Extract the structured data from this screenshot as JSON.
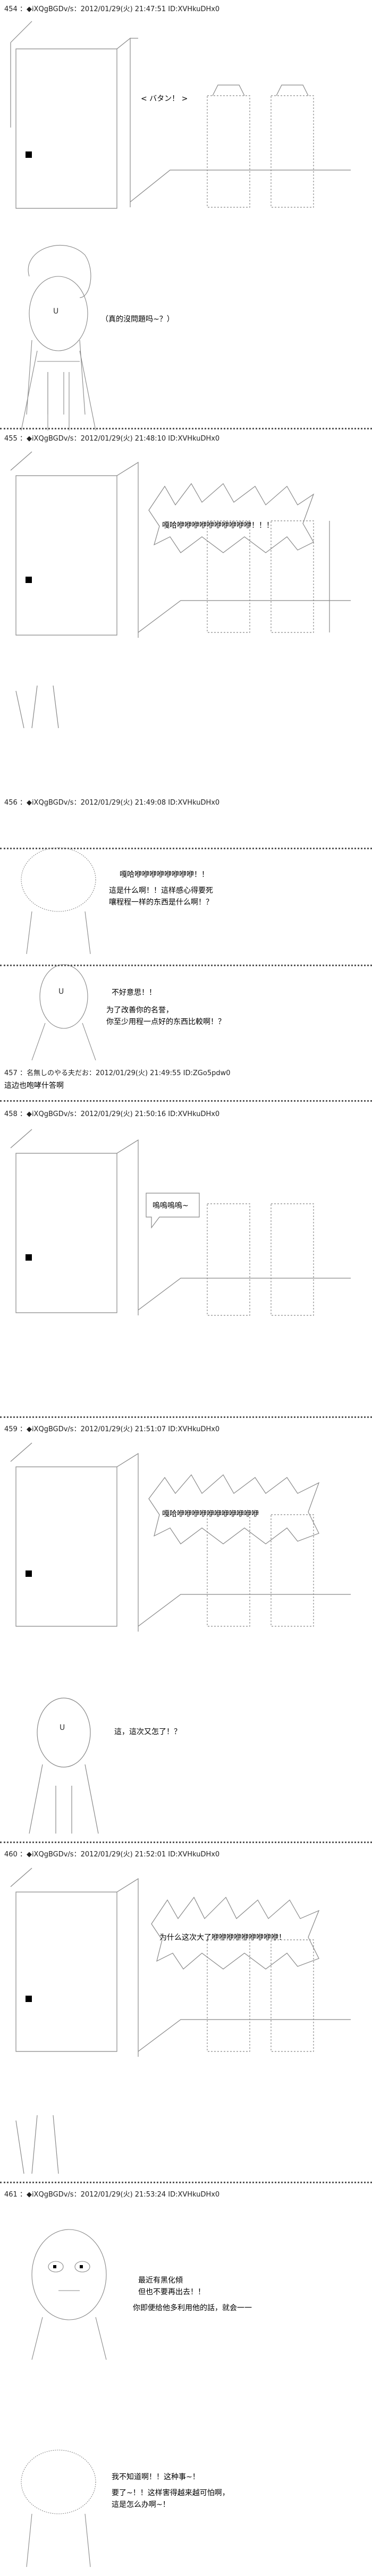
{
  "posts": [
    {
      "header": "454 ：◆iXQgBGDv/s：2012/01/29(火) 21:47:51 ID:XVHkuDHx0",
      "lines": [
        "（真的沒問題吗~？）"
      ],
      "bubble": "< バタン！ >"
    },
    {
      "header": "455 ：◆iXQgBGDv/s：2012/01/29(火) 21:48:10 ID:XVHkuDHx0",
      "shout": "嘎哈咿咿咿咿咿咿咿咿咿咿！！！"
    },
    {
      "header": "456 ：◆iXQgBGDv/s：2012/01/29(火) 21:49:08 ID:XVHkuDHx0",
      "lines": [
        "嘎哈咿咿咿咿咿咿咿咿！！",
        "這是什么啊！！這样感心得要死",
        "嚷程程一样的东西是什么啊！？",
        "不好意思！！",
        "为了改善你的名誉，",
        "你至少用程一点好的东西比較啊！？"
      ]
    },
    {
      "header": "457 ：名無しのやる夫だお：2012/01/29(火) 21:49:55 ID:ZGo5pdw0",
      "note": "這边也咆哮什答啊"
    },
    {
      "header": "458 ：◆iXQgBGDv/s：2012/01/29(火) 21:50:16 ID:XVHkuDHx0",
      "bubble": "嗚嗚嗚嗚~"
    },
    {
      "header": "459 ：◆iXQgBGDv/s：2012/01/29(火) 21:51:07 ID:XVHkuDHx0",
      "shout": "嘎哈咿咿咿咿咿咿咿咿咿咿咿",
      "line": "這，這次又怎了！？"
    },
    {
      "header": "460 ：◆iXQgBGDv/s：2012/01/29(火) 21:52:01 ID:XVHkuDHx0",
      "shout": "为什么这次大了咿咿咿咿咿咿咿咿咿！"
    },
    {
      "header": "461 ：◆iXQgBGDv/s：2012/01/29(火) 21:53:24 ID:XVHkuDHx0",
      "lines": [
        "最近有黑化傾",
        "但也不要再出去！！",
        "你即便给他多利用他的話，就会一一",
        "我不知道啊！！这种事~！",
        "要了~！！这样害得越来越可怕啊，",
        "這是怎么办啊~！"
      ]
    }
  ]
}
